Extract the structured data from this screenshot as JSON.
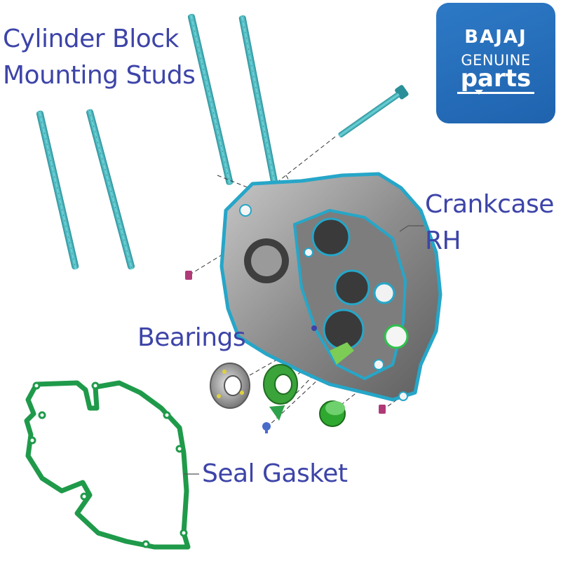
{
  "labels": {
    "studs": [
      "Cylinder Block",
      "Mounting Studs"
    ],
    "crankcase": [
      "Crankcase",
      "RH"
    ],
    "bearings": "Bearings",
    "gasket": "Seal Gasket"
  },
  "logo": {
    "brand": "BAJAJ",
    "line1": "GENUINE",
    "line2": "parts"
  },
  "colors": {
    "label": "#3d44a8",
    "stud": "#3cb4bc",
    "gasket_outline": "#26a6c8",
    "crankcase_body": "#9a9a9a",
    "seal_gasket": "#1f9a4a",
    "bearing_seal": "#2c9a3a",
    "logo_bg": "#2670bf"
  }
}
